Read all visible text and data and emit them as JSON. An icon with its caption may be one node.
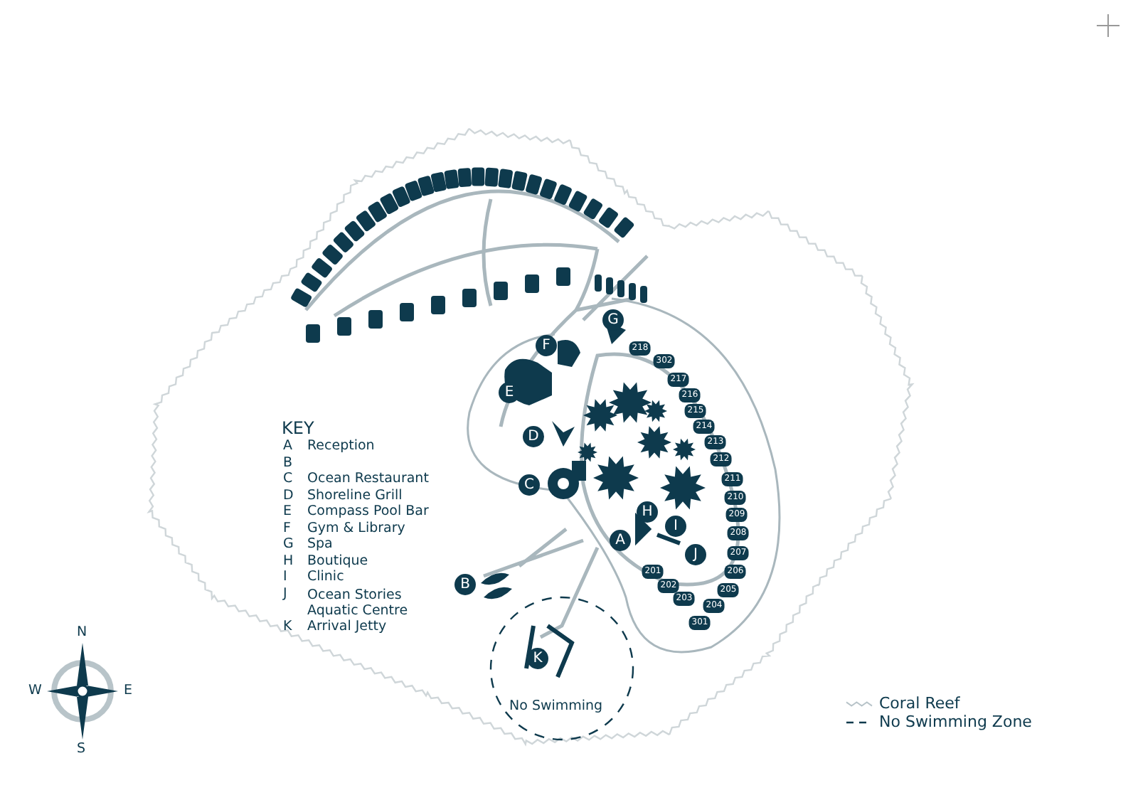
{
  "diagram": {
    "labels": [
      "218",
      "302",
      "217",
      "216",
      "215",
      "214",
      "213",
      "212",
      "211",
      "210",
      "209",
      "208",
      "207",
      "206",
      "205",
      "204",
      "201",
      "202",
      "203",
      "301",
      "F",
      "G",
      "E",
      "D",
      "C",
      "H",
      "I",
      "A",
      "J",
      "B",
      "K",
      "KEY",
      "A",
      "Reception",
      "B",
      "C",
      "Ocean Restaurant",
      "D",
      "Shoreline Grill",
      "E",
      "Compass Pool Bar",
      "F",
      "Gym & Library",
      "G",
      "Spa",
      "H",
      "Boutique",
      "I",
      "Clinic",
      "J",
      "Ocean Stories Aquatic Centre",
      "K",
      "Arrival Jetty",
      "No Swimming",
      "N",
      "W",
      "E",
      "S"
    ],
    "legend": [
      {
        "text": "Coral Reef"
      },
      {
        "text": "No Swimming Zone"
      }
    ]
  }
}
